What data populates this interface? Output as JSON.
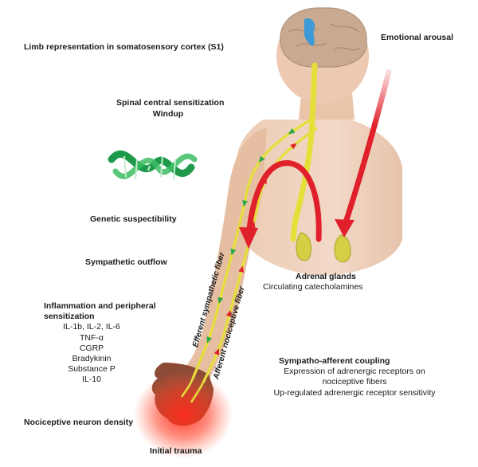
{
  "labels": {
    "s1": "Limb representation in somatosensory cortex (S1)",
    "emotional": "Emotional arousal",
    "spinal": "Spinal central sensitization",
    "windup": "Windup",
    "genetic": "Genetic suspectibility",
    "sympathetic_outflow": "Sympathetic outflow",
    "adrenal_title": "Adrenal glands",
    "adrenal_sub": "Circulating catecholamines",
    "inflammation_title_1": "Inflammation and peripheral",
    "inflammation_title_2": "sensitization",
    "mediators": [
      "IL-1b, IL-2, IL-6",
      "TNF-α",
      "CGRP",
      "Bradykinin",
      "Substance P",
      "IL-10"
    ],
    "coupling_title": "Sympatho-afferent coupling",
    "coupling_lines": [
      "Expression of adrenergic receptors on",
      "nociceptive fibers",
      "Up-regulated adrenergic receptor sensitivity"
    ],
    "neuron_density": "Nociceptive neuron density",
    "trauma": "Initial trauma",
    "efferent_fiber": "Efferent sympathetic fiber",
    "afferent_fiber": "Afferent nociceptive fiber"
  },
  "colors": {
    "skin": "#ecc9b0",
    "skin_shadow": "#d9ab8c",
    "hand": "#8b4a35",
    "brain": "#c9a98f",
    "brain_highlight": "#3d9ad6",
    "nerve": "#e6df3a",
    "arrow_red": "#e0202a",
    "arrow_green": "#2aa84a",
    "dna": "#1e9a4a",
    "trauma_glow": "#ff2a1a"
  }
}
